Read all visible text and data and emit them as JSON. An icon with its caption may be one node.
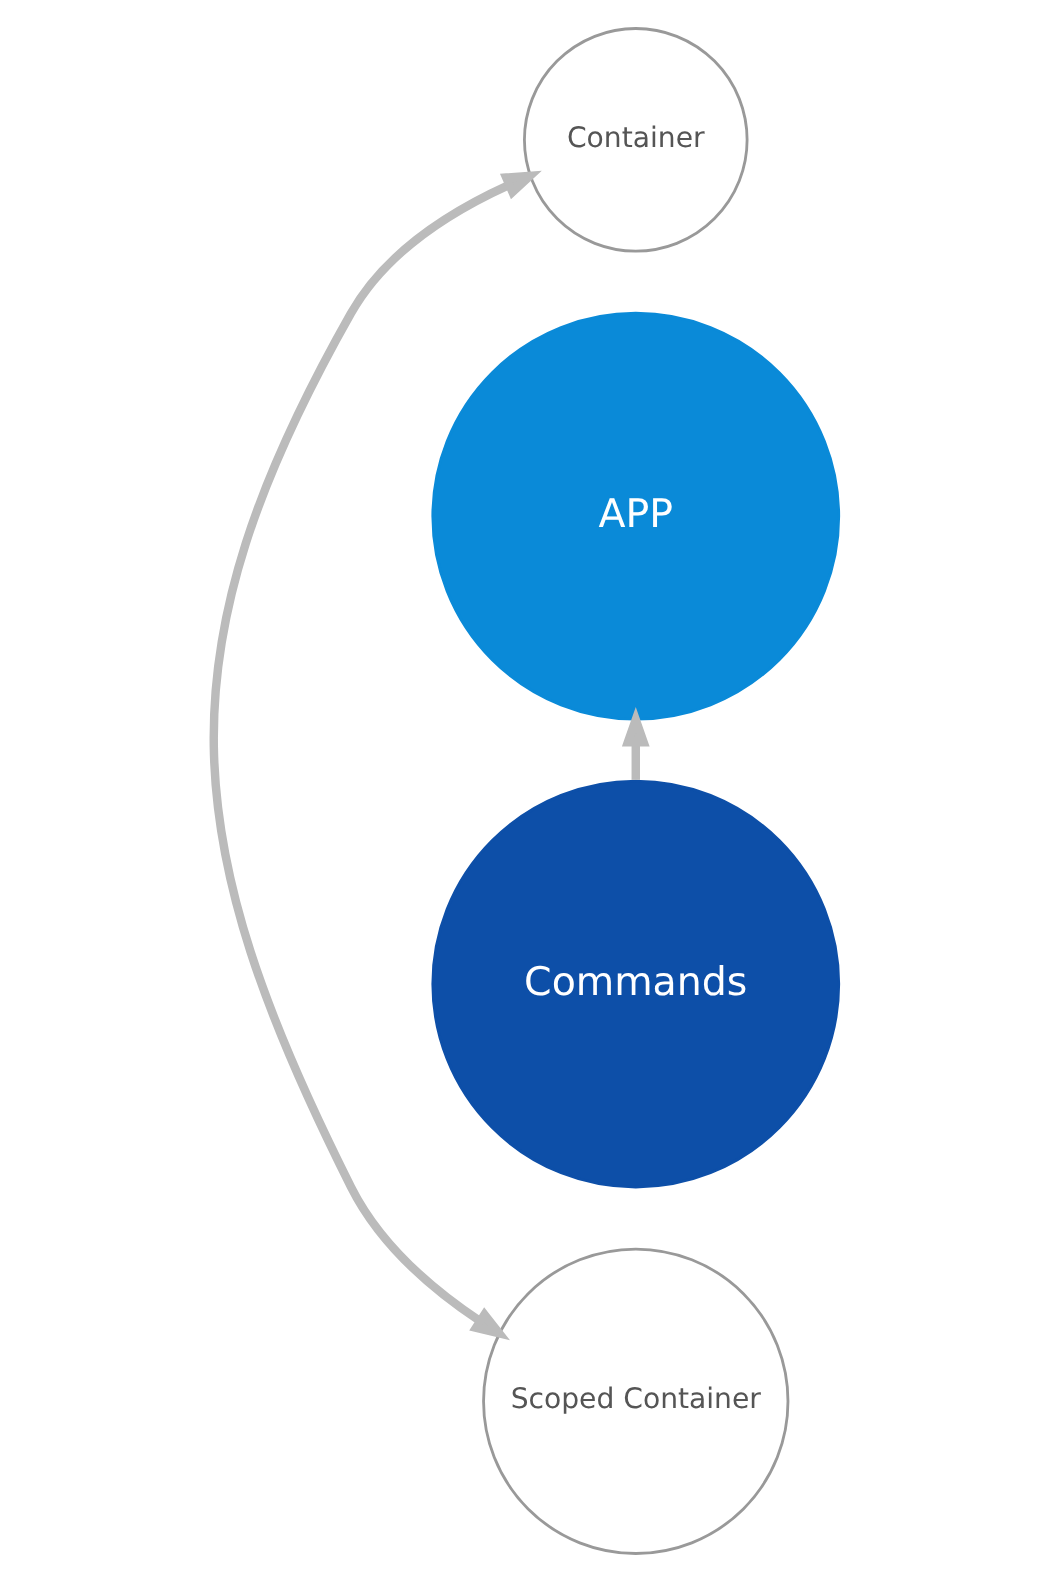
{
  "diagram": {
    "nodes": [
      {
        "text": [
          "Container"
        ]
      },
      {
        "text": [
          "APP"
        ]
      },
      {
        "text": [
          "Commands"
        ]
      },
      {
        "text": [
          "Scoped Container"
        ]
      }
    ],
    "edges": [
      {
        "from": 2,
        "to": 1,
        "arrow": "to"
      },
      {
        "from": 0,
        "to": 3,
        "arrow": "both"
      }
    ]
  }
}
